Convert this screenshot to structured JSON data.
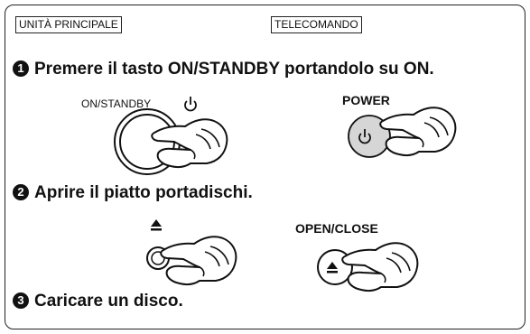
{
  "tags": {
    "main_unit": "UNITÀ PRINCIPALE",
    "remote": "TELECOMANDO"
  },
  "steps": [
    {
      "number": "1",
      "text": "Premere il tasto ON/STANDBY portandolo su ON."
    },
    {
      "number": "2",
      "text": "Aprire il piatto portadischi."
    },
    {
      "number": "3",
      "text": "Caricare un disco."
    }
  ],
  "buttons": {
    "on_standby_label": "ON/STANDBY",
    "power_label": "POWER",
    "open_close_label": "OPEN/CLOSE"
  },
  "icons": {
    "standby": "power-icon",
    "eject": "eject-icon",
    "pointer": "pointing-hand-icon"
  },
  "colors": {
    "power_button_fill": "#d6d6d6",
    "ink": "#111111"
  }
}
